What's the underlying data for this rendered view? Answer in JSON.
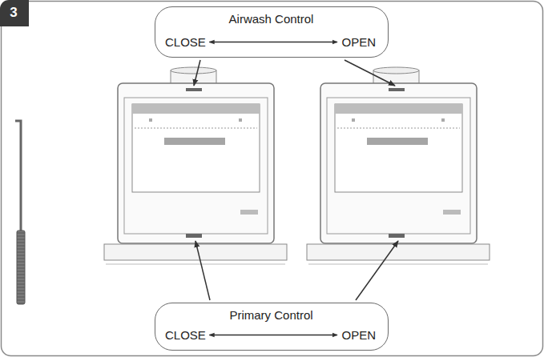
{
  "diagram": {
    "nodes": [
      {
        "text": [
          "3"
        ]
      },
      {
        "text": [
          "Airwash Control",
          "CLOSE",
          "OPEN"
        ]
      },
      {
        "text": [
          "Primary Control",
          "CLOSE",
          "OPEN"
        ]
      }
    ]
  }
}
